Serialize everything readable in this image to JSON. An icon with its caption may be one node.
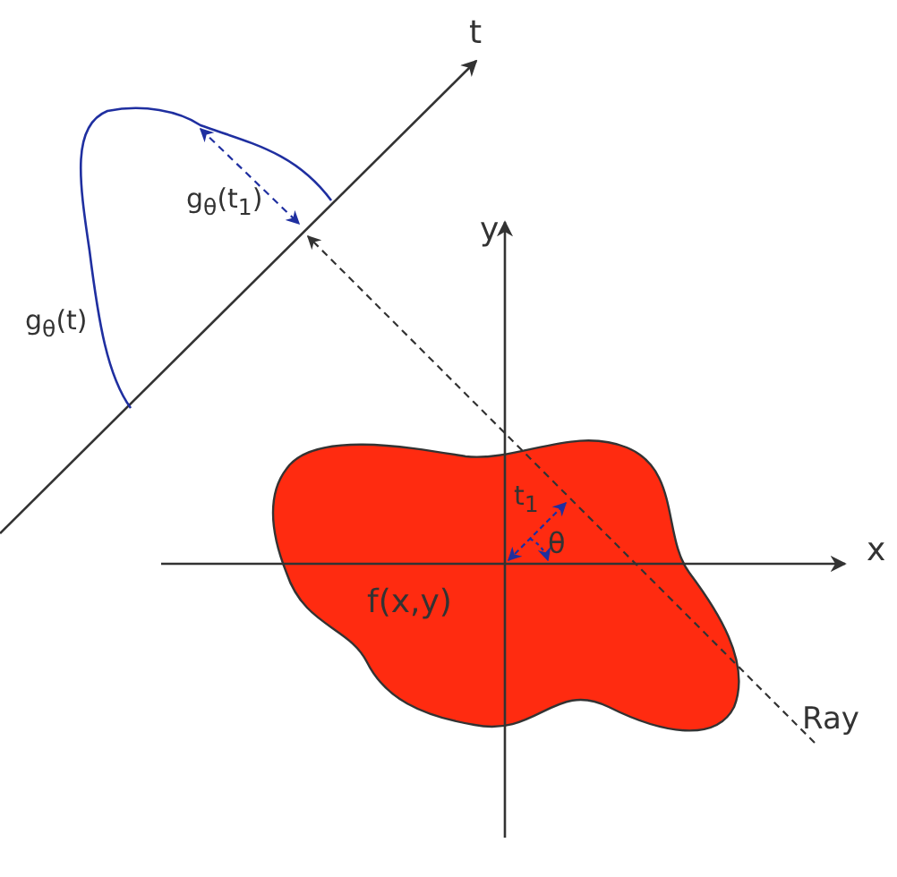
{
  "diagram": {
    "nodes": [
      {
        "text": [
          "f(x,y)"
        ]
      }
    ],
    "labels": [
      "t",
      "g$_{θ}$(t$_{1}$)",
      "y",
      "g$_{θ}$(t)",
      "t$_{1}$",
      "θ",
      "x",
      "Ray"
    ]
  }
}
